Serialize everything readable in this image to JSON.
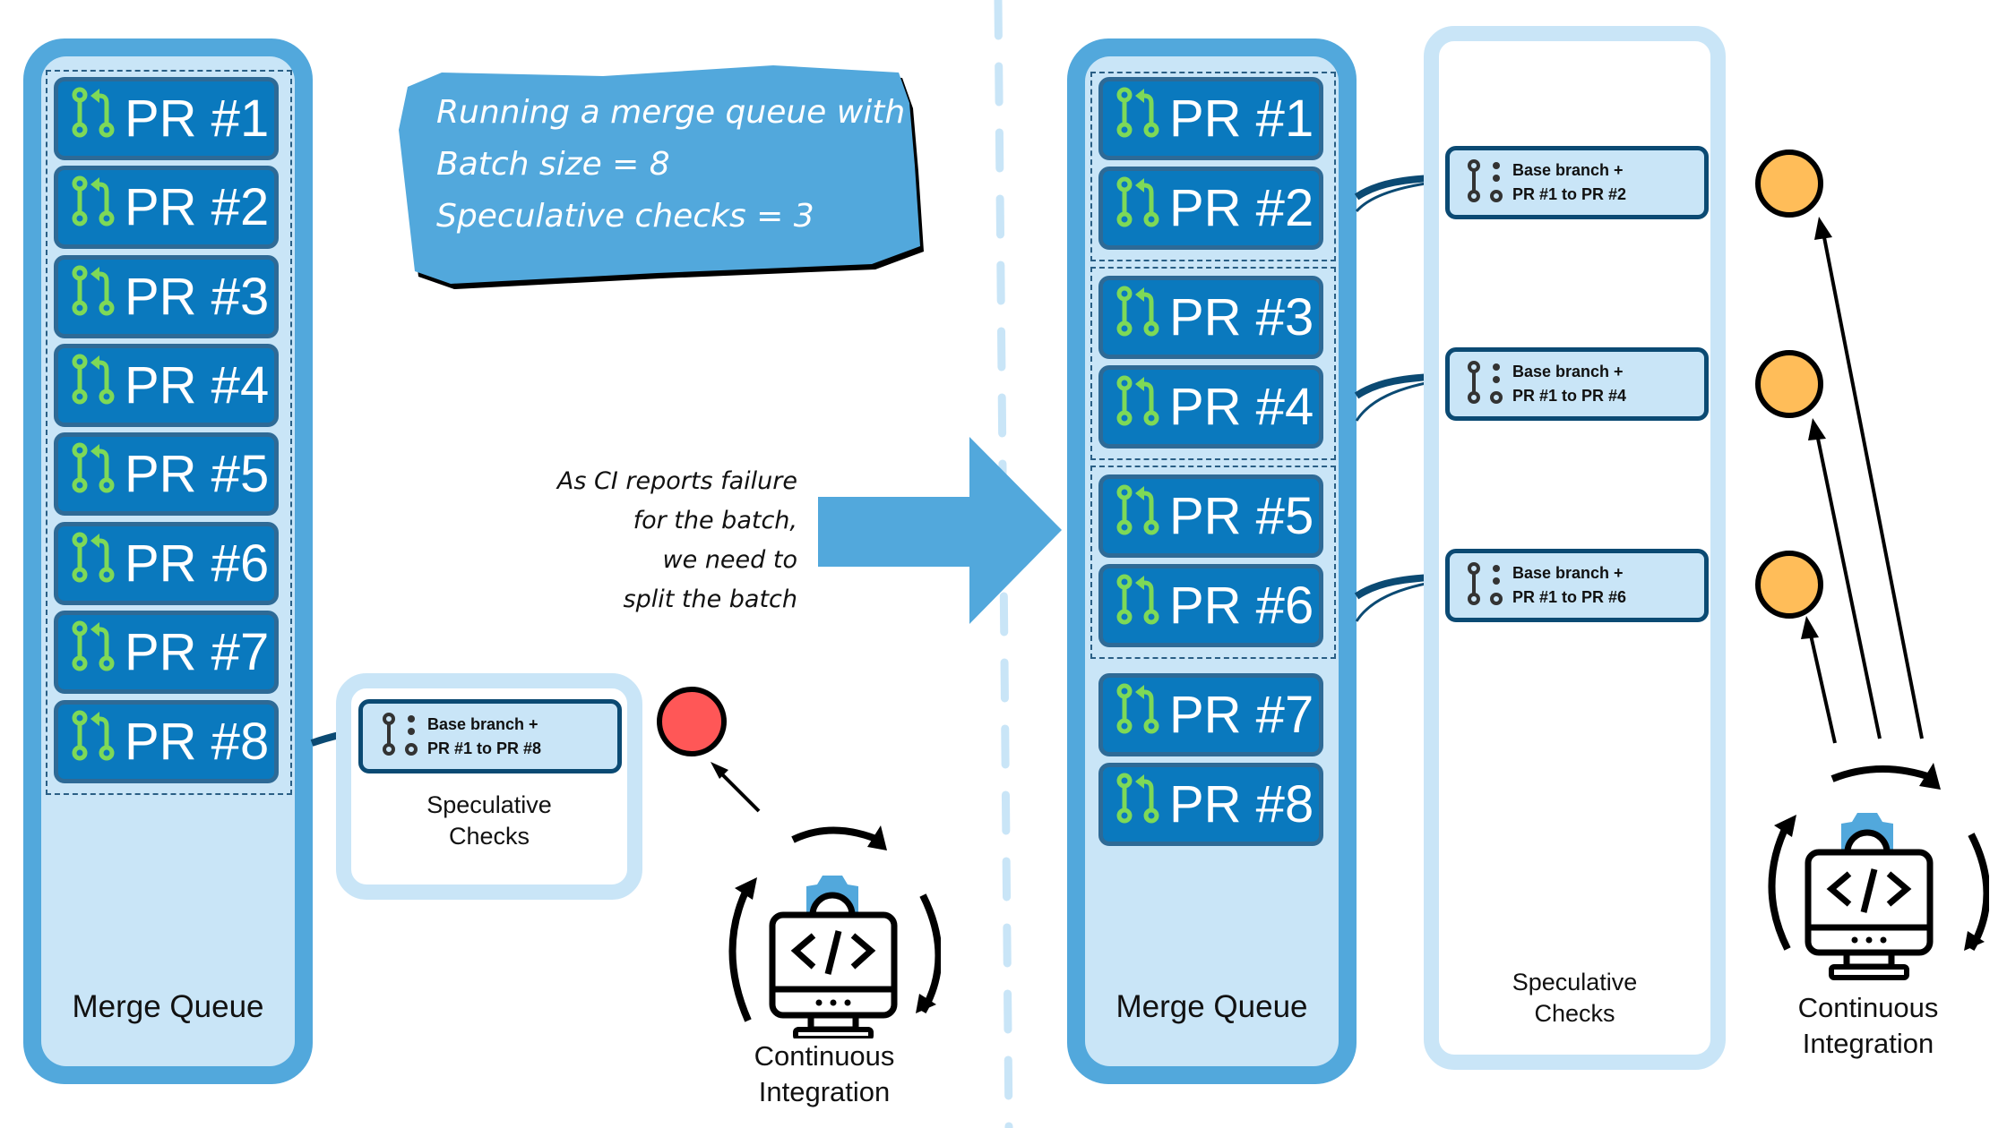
{
  "colors": {
    "queue_outer": "#52a8dc",
    "queue_inner": "#c9e5f7",
    "pr_fill": "#0a79be",
    "pr_border": "#2e6a96",
    "pr_icon": "#7ed957",
    "spec_card_border": "#0b4a73",
    "failure": "#ff5757",
    "pending": "#ffbd59",
    "arrow": "#52a8dc"
  },
  "note": {
    "lines": [
      "Running a merge queue with",
      "Batch size = 8",
      "Speculative checks = 3"
    ]
  },
  "annotation": {
    "lines": [
      "As CI reports failure",
      "for the batch,",
      "we need to",
      "split the batch"
    ]
  },
  "left": {
    "queue_label": "Merge Queue",
    "prs": [
      "PR #1",
      "PR #2",
      "PR #3",
      "PR #4",
      "PR #5",
      "PR #6",
      "PR #7",
      "PR #8"
    ],
    "spec_label_lines": [
      "Speculative",
      "Checks"
    ],
    "spec_cards": [
      {
        "line1": "Base branch +",
        "line2": "PR #1 to PR #8"
      }
    ],
    "ci_status": "failure",
    "ci_label_lines": [
      "Continuous",
      "Integration"
    ]
  },
  "right": {
    "queue_label": "Merge Queue",
    "prs": [
      "PR #1",
      "PR #2",
      "PR #3",
      "PR #4",
      "PR #5",
      "PR #6",
      "PR #7",
      "PR #8"
    ],
    "batches": [
      [
        "PR #1",
        "PR #2"
      ],
      [
        "PR #3",
        "PR #4"
      ],
      [
        "PR #5",
        "PR #6"
      ]
    ],
    "spec_label_lines": [
      "Speculative",
      "Checks"
    ],
    "spec_cards": [
      {
        "line1": "Base branch +",
        "line2": "PR #1 to PR #2"
      },
      {
        "line1": "Base branch +",
        "line2": "PR #1 to PR #4"
      },
      {
        "line1": "Base branch +",
        "line2": "PR #1 to PR #6"
      }
    ],
    "ci_status": [
      "pending",
      "pending",
      "pending"
    ],
    "ci_label_lines": [
      "Continuous",
      "Integration"
    ]
  }
}
